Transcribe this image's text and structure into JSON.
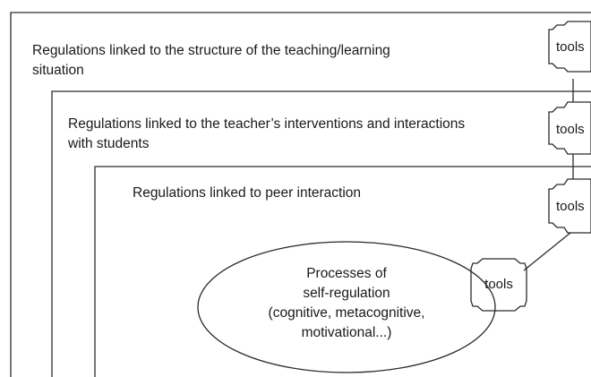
{
  "levels": {
    "structure": {
      "line1": "Regulations linked to the structure of the teaching/learning",
      "line2": "situation"
    },
    "teacher": {
      "line1": "Regulations linked to the teacher’s interventions and interactions",
      "line2": "with students"
    },
    "peer": {
      "line1": "Regulations linked to peer interaction"
    }
  },
  "core": {
    "line1": "Processes of",
    "line2": "self-regulation",
    "line3": "(cognitive, metacognitive,",
    "line4": "motivational...)"
  },
  "tools": {
    "structure": "tools",
    "teacher": "tools",
    "peer": "tools",
    "core": "tools"
  },
  "colors": {
    "line": "#2a2a2a",
    "text": "#1a1a1a",
    "background": "#ffffff"
  }
}
